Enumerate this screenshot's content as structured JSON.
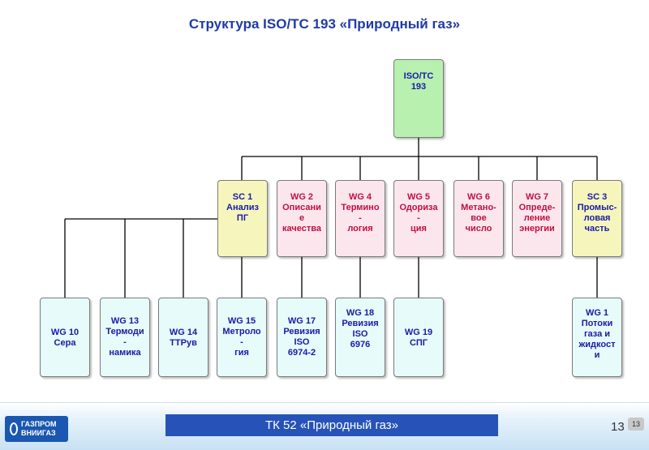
{
  "title": "Структура ISO/TC 193 «Природный газ»",
  "root": {
    "label": "ISO/TC\n193"
  },
  "middle": [
    {
      "id": "sc1",
      "label": "SC 1\nАнализ\nПГ"
    },
    {
      "id": "wg2",
      "label": "WG 2\nОписани\nе\nкачества"
    },
    {
      "id": "wg4",
      "label": "WG 4\nТермино\n-\nлогия"
    },
    {
      "id": "wg5",
      "label": "WG 5\nОдориза\n-\nция"
    },
    {
      "id": "wg6",
      "label": "WG 6\nМетано-\nвое\nчисло"
    },
    {
      "id": "wg7",
      "label": "WG 7\nОпреде-\nление\nэнергии"
    },
    {
      "id": "sc3",
      "label": "SC 3\nПромыс-\nловая\nчасть"
    }
  ],
  "bottom": [
    {
      "id": "wg10",
      "label": "WG 10\nСера"
    },
    {
      "id": "wg13",
      "label": "WG 13\nТермоди\n-\nнамика"
    },
    {
      "id": "wg14",
      "label": "WG 14\nTTPув"
    },
    {
      "id": "wg15",
      "label": "WG 15\nМетроло\n-\nгия"
    },
    {
      "id": "wg17",
      "label": "WG 17\nРевизия\nISO\n6974-2"
    },
    {
      "id": "wg18",
      "label": "WG 18\nРевизия\nISO\n6976"
    },
    {
      "id": "wg19",
      "label": "WG 19\nСПГ"
    },
    {
      "id": "wg1",
      "label": "WG 1\nПотоки\nгаза и\nжидкост\nи"
    }
  ],
  "footer": {
    "logo_line1": "ГАЗПРОМ",
    "logo_line2": "ВНИИГАЗ",
    "banner": "ТК 52 «Природный газ»",
    "page_number": "13",
    "page_badge": "13"
  },
  "colors": {
    "title": "#1f3aa8",
    "root_fill": "#b8f0b0",
    "sc_fill": "#f6f6bc",
    "wg_fill": "#fbe6ee",
    "bottom_fill": "#e6fbfa",
    "banner_fill": "#2753b8"
  }
}
